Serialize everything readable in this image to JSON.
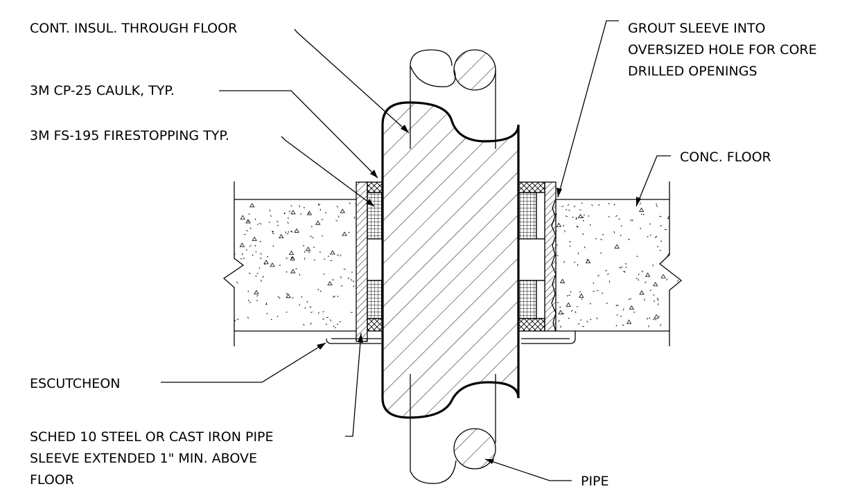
{
  "labels": {
    "cont_insul": "CONT. INSUL. THROUGH FLOOR",
    "caulk": "3M CP-25 CAULK, TYP.",
    "firestopping": "3M FS-195 FIRESTOPPING TYP.",
    "grout_line1": "GROUT SLEEVE INTO",
    "grout_line2": "OVERSIZED HOLE FOR CORE",
    "grout_line3": "DRILLED OPENINGS",
    "conc_floor": "CONC. FLOOR",
    "escutcheon": "ESCUTCHEON",
    "sleeve_line1": "SCHED 10 STEEL OR CAST IRON PIPE",
    "sleeve_line2": "SLEEVE EXTENDED 1\" MIN. ABOVE",
    "sleeve_line3": "FLOOR",
    "pipe": "PIPE"
  }
}
